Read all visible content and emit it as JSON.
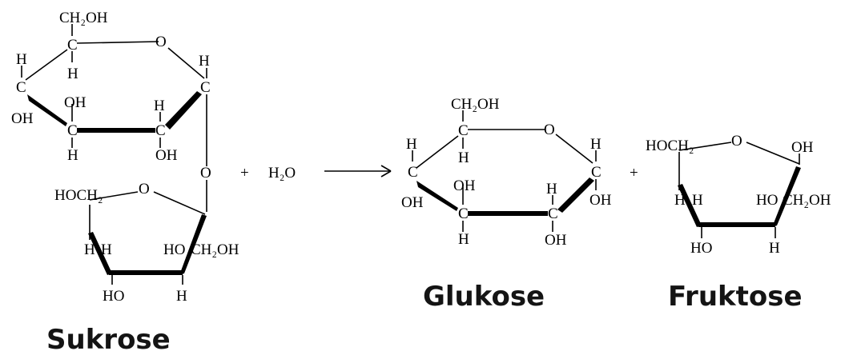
{
  "captions": {
    "sucrose": "Sukrose",
    "glucose": "Glukose",
    "fructose": "Fruktose"
  },
  "operators": {
    "plus": "+",
    "water": "H₂O"
  },
  "atoms": {
    "ch2oh": "CH₂OH",
    "hoch2": "HOCH₂",
    "c": "C",
    "h": "H",
    "o": "O",
    "oh": "OH",
    "ho": "HO"
  }
}
